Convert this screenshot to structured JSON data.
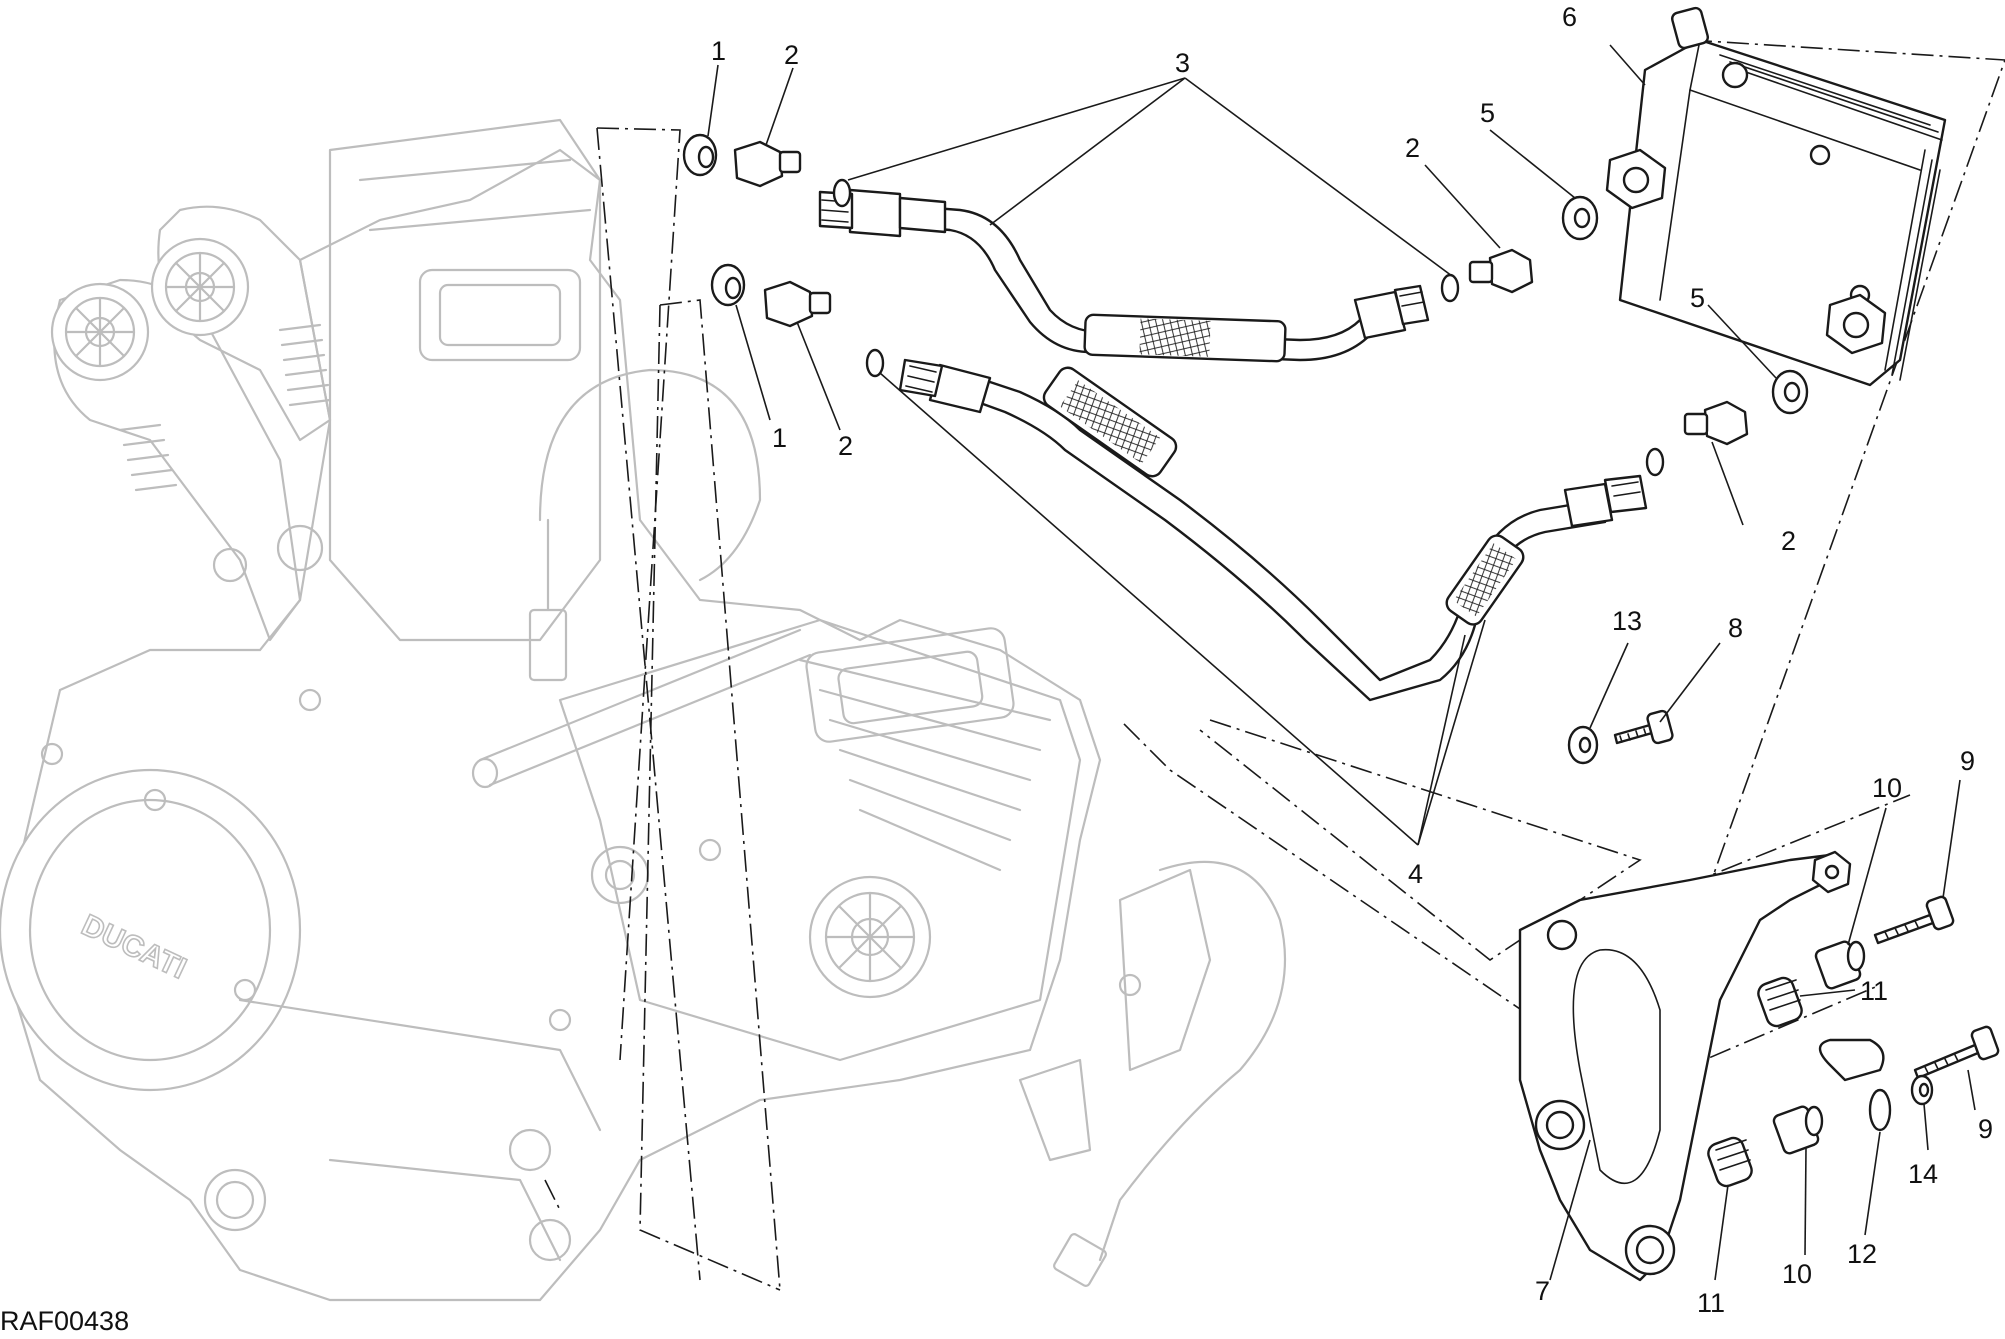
{
  "diagram": {
    "code": "RAF00438",
    "engine_logo": "DUCATI",
    "callouts": {
      "c1a": "1",
      "c1b": "1",
      "c2a": "2",
      "c2b": "2",
      "c2c": "2",
      "c2d": "2",
      "c3": "3",
      "c4": "4",
      "c5a": "5",
      "c5b": "5",
      "c6": "6",
      "c7": "7",
      "c8": "8",
      "c9a": "9",
      "c9b": "9",
      "c10a": "10",
      "c10b": "10",
      "c11a": "11",
      "c11b": "11",
      "c12": "12",
      "c13": "13",
      "c14": "14"
    }
  }
}
